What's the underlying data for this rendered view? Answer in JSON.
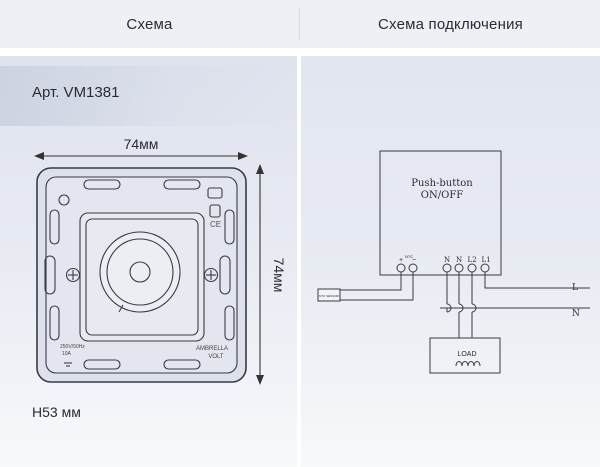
{
  "header": {
    "left_title": "Схема",
    "right_title": "Схема подключения"
  },
  "product": {
    "article": "Арт. VM1381",
    "width_label": "74мм",
    "height_dim_label": "74мм",
    "depth_label": "H53 мм",
    "device_print": {
      "brand_line1": "AMBRELLA",
      "brand_line2": "VOLT",
      "rating_line1": "250V/50Hz",
      "rating_line2": "10A",
      "ce_mark": "CE"
    }
  },
  "wiring": {
    "box_line1": "Push-button",
    "box_line2": "ON/OFF",
    "terminals": [
      "N",
      "N",
      "L2",
      "L1"
    ],
    "ntc_plus": "+",
    "ntc_label": "NTC",
    "ntc_minus": "−",
    "sensor_label": "NTC SENSOR",
    "line_L": "L",
    "line_N": "N",
    "load_label": "LOAD"
  },
  "colors": {
    "header_bg": "#eef0f6",
    "panel_bg": "#e2e6ef",
    "text": "#2b2b35",
    "line": "#3a3a44"
  }
}
